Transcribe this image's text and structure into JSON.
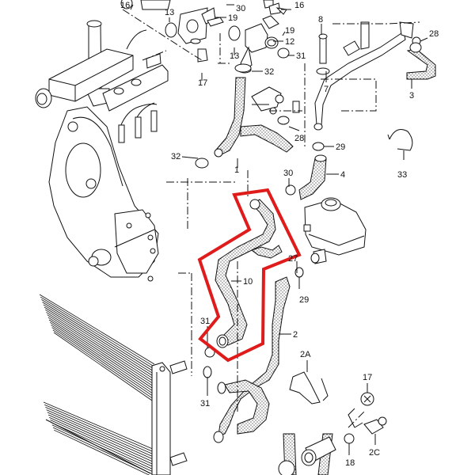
{
  "diagram": {
    "title": "Engine coolant hose parts diagram",
    "highlight_color": "#e01b1b",
    "highlighted_part": "10",
    "callouts": [
      {
        "id": "c16a",
        "label": "16"
      },
      {
        "id": "c13a",
        "label": "13"
      },
      {
        "id": "c19a",
        "label": "19"
      },
      {
        "id": "c30a",
        "label": "30"
      },
      {
        "id": "c16b",
        "label": "16"
      },
      {
        "id": "c19b",
        "label": "19"
      },
      {
        "id": "c12",
        "label": "12"
      },
      {
        "id": "c8",
        "label": "8"
      },
      {
        "id": "c28a",
        "label": "28"
      },
      {
        "id": "c13b",
        "label": "13"
      },
      {
        "id": "c31a",
        "label": "31"
      },
      {
        "id": "c17a",
        "label": "17"
      },
      {
        "id": "c32a",
        "label": "32"
      },
      {
        "id": "c7",
        "label": "7"
      },
      {
        "id": "c3",
        "label": "3"
      },
      {
        "id": "c28b",
        "label": "28"
      },
      {
        "id": "c29a",
        "label": "29"
      },
      {
        "id": "c32b",
        "label": "32"
      },
      {
        "id": "c1",
        "label": "1"
      },
      {
        "id": "c33",
        "label": "33"
      },
      {
        "id": "c30b",
        "label": "30"
      },
      {
        "id": "c4",
        "label": "4"
      },
      {
        "id": "c10",
        "label": "10"
      },
      {
        "id": "c27",
        "label": "27"
      },
      {
        "id": "c29b",
        "label": "29"
      },
      {
        "id": "c31b",
        "label": "31"
      },
      {
        "id": "c2",
        "label": "2"
      },
      {
        "id": "c2a",
        "label": "2A"
      },
      {
        "id": "c31c",
        "label": "31"
      },
      {
        "id": "c17b",
        "label": "17"
      },
      {
        "id": "c18",
        "label": "18"
      },
      {
        "id": "c2c",
        "label": "2C"
      }
    ]
  }
}
